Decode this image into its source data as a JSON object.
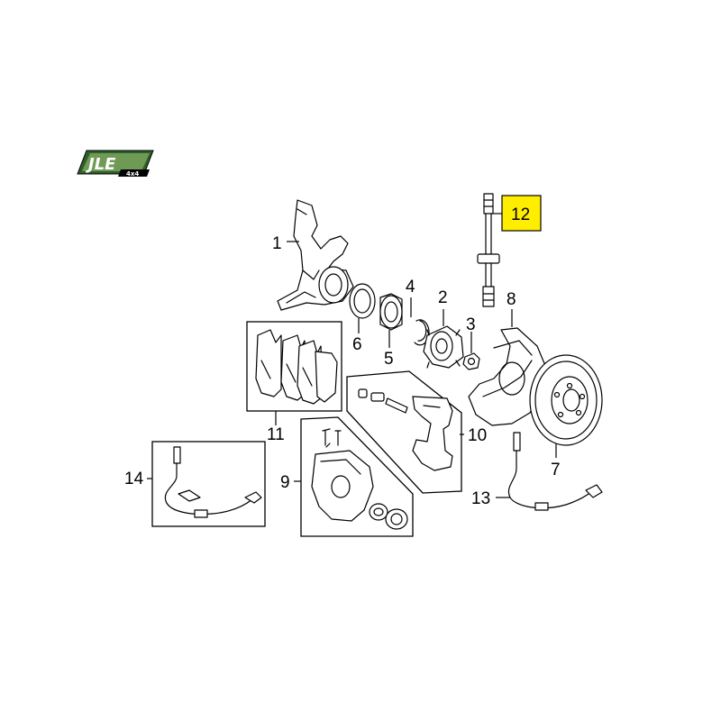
{
  "logo": {
    "text": "JLE",
    "subtext": "4x4"
  },
  "callouts": {
    "c1": "1",
    "c2": "2",
    "c3": "3",
    "c4": "4",
    "c5": "5",
    "c6": "6",
    "c7": "7",
    "c8": "8",
    "c9": "9",
    "c10": "10",
    "c11": "11",
    "c12": "12",
    "c13": "13",
    "c14": "14"
  },
  "highlight": {
    "callout": "12",
    "color": "#ffee00"
  },
  "colors": {
    "logo_green": "#2e5e2a",
    "line": "#000000"
  }
}
